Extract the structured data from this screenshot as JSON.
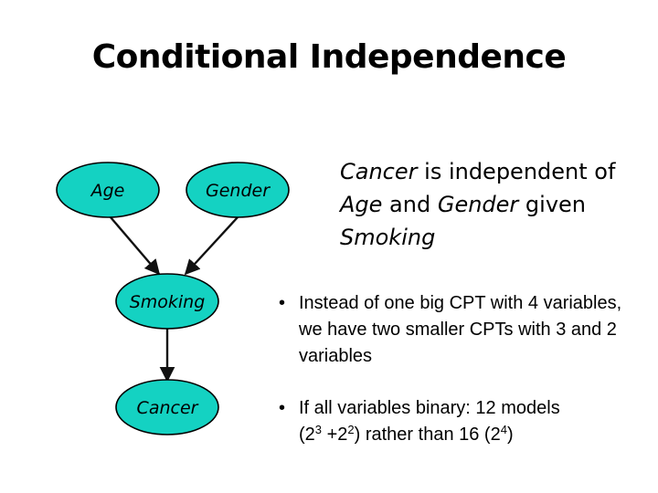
{
  "title": "Conditional Independence",
  "nodes": {
    "age": "Age",
    "gender": "Gender",
    "smoking": "Smoking",
    "cancer": "Cancer"
  },
  "edges": [
    {
      "from": "Age",
      "to": "Smoking"
    },
    {
      "from": "Gender",
      "to": "Smoking"
    },
    {
      "from": "Smoking",
      "to": "Cancer"
    }
  ],
  "statement": {
    "cancer": "Cancer",
    "is_independent_of": " is independent of ",
    "age": "Age",
    "and": " and ",
    "gender": "Gender",
    "given": " given ",
    "smoking": "Smoking"
  },
  "bullets": {
    "marker": "•",
    "b1": "Instead of one big CPT with 4 variables, we have two smaller CPTs with 3 and 2 variables",
    "b2_line1": "If all variables binary: 12 models",
    "b2_open": "(2",
    "b2_exp1": "3",
    "b2_plus": " +2",
    "b2_exp2": "2",
    "b2_rather": ") rather than 16 (2",
    "b2_exp3": "4",
    "b2_close": ")"
  },
  "colors": {
    "node_fill": "#14d2c2",
    "node_stroke": "#000000",
    "edge": "#111111"
  }
}
